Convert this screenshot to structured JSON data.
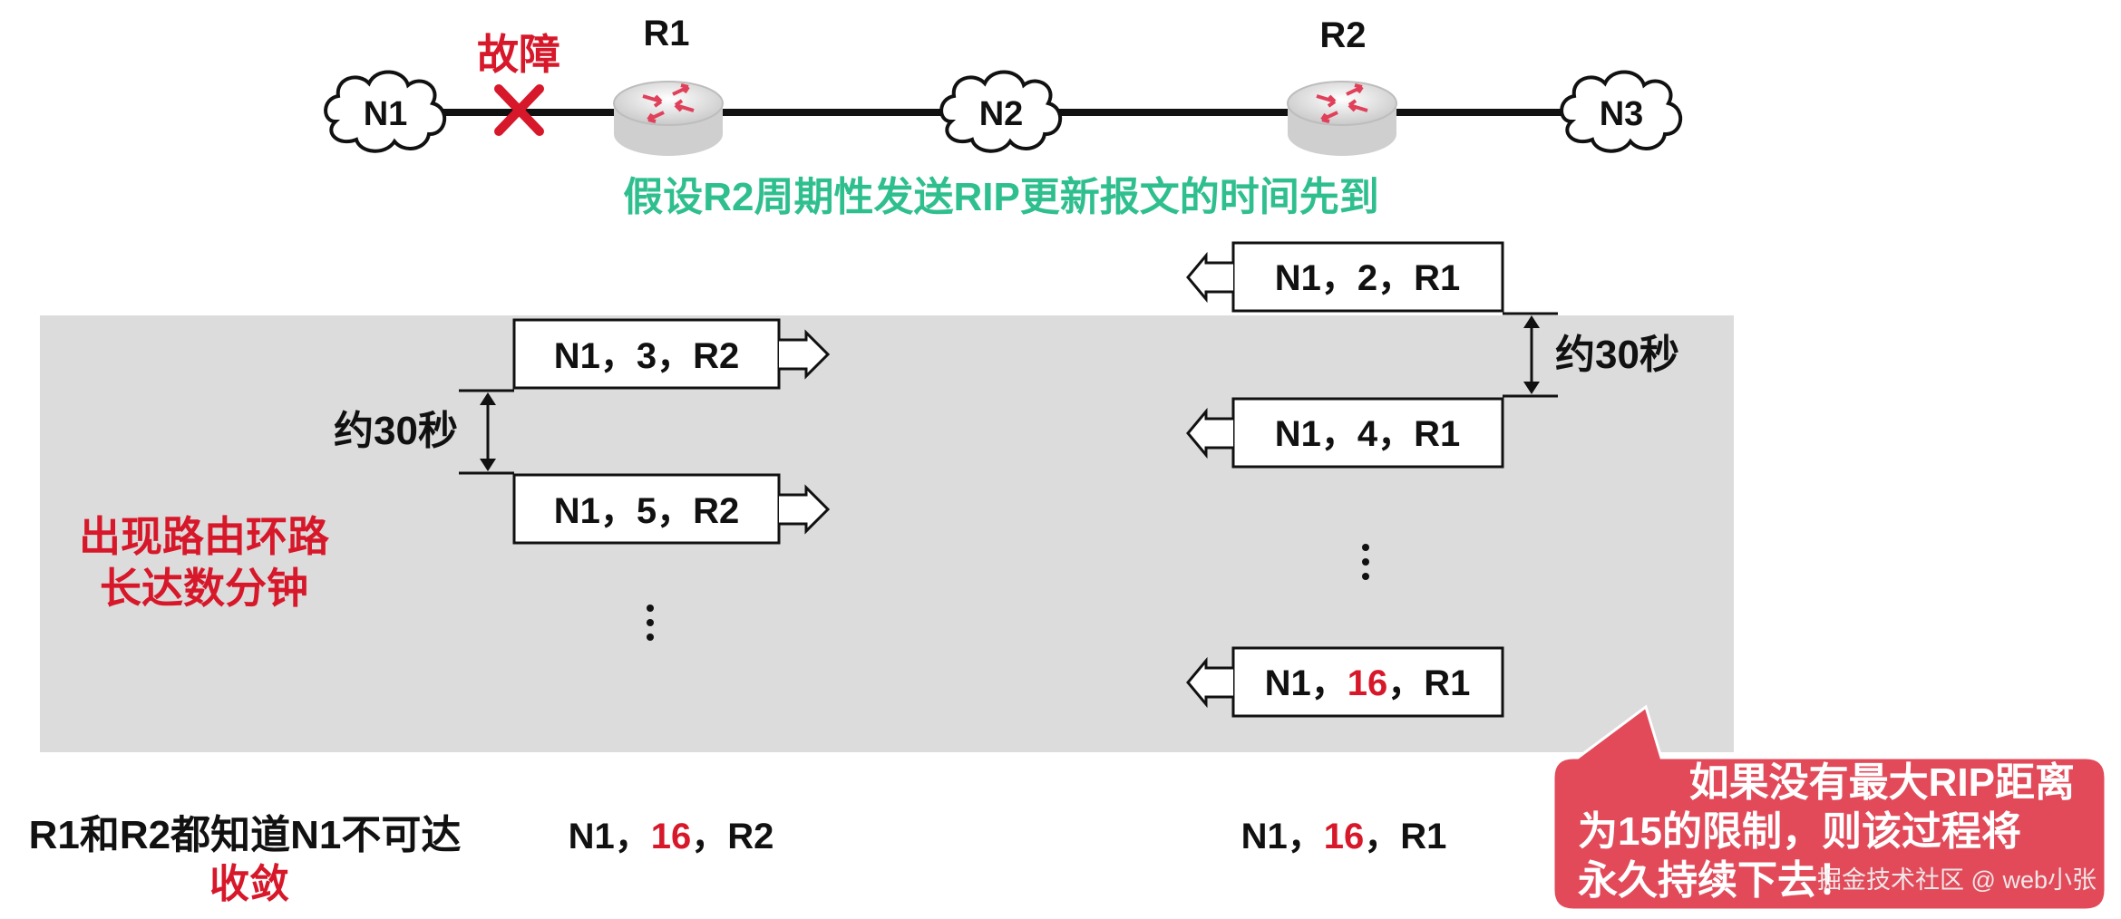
{
  "topology": {
    "fault_label": "故障",
    "n1": "N1",
    "n2": "N2",
    "n3": "N3",
    "r1": "R1",
    "r2": "R2",
    "assumption": "假设R2周期性发送RIP更新报文的时间先到"
  },
  "r2_updates": [
    {
      "net": "N1",
      "dist": "2",
      "via": "R1",
      "highlight": false
    },
    {
      "net": "N1",
      "dist": "4",
      "via": "R1",
      "highlight": false
    },
    {
      "net": "N1",
      "dist": "16",
      "via": "R1",
      "highlight": true
    }
  ],
  "r1_updates": [
    {
      "net": "N1",
      "dist": "3",
      "via": "R2",
      "highlight": false
    },
    {
      "net": "N1",
      "dist": "5",
      "via": "R2",
      "highlight": false
    }
  ],
  "interval_label": "约30秒",
  "sep": "，",
  "loop_note": {
    "line1": "出现路由环路",
    "line2": "长达数分钟"
  },
  "convergence": {
    "line1": "R1和R2都知道N1不可达",
    "line2": "收敛",
    "r1_entry": {
      "net": "N1",
      "dist": "16",
      "via": "R2"
    },
    "r2_entry": {
      "net": "N1",
      "dist": "16",
      "via": "R1"
    }
  },
  "callout": {
    "line1": "如果没有最大RIP距离",
    "line2": "为15的限制，则该过程将",
    "line3": "永久持续下去！"
  },
  "watermark": "掘金技术社区 @ web小张",
  "colors": {
    "red": "#d7182a",
    "green": "#2fbf8f",
    "panel": "#dcdcdc",
    "callout": "#e24a5a"
  }
}
